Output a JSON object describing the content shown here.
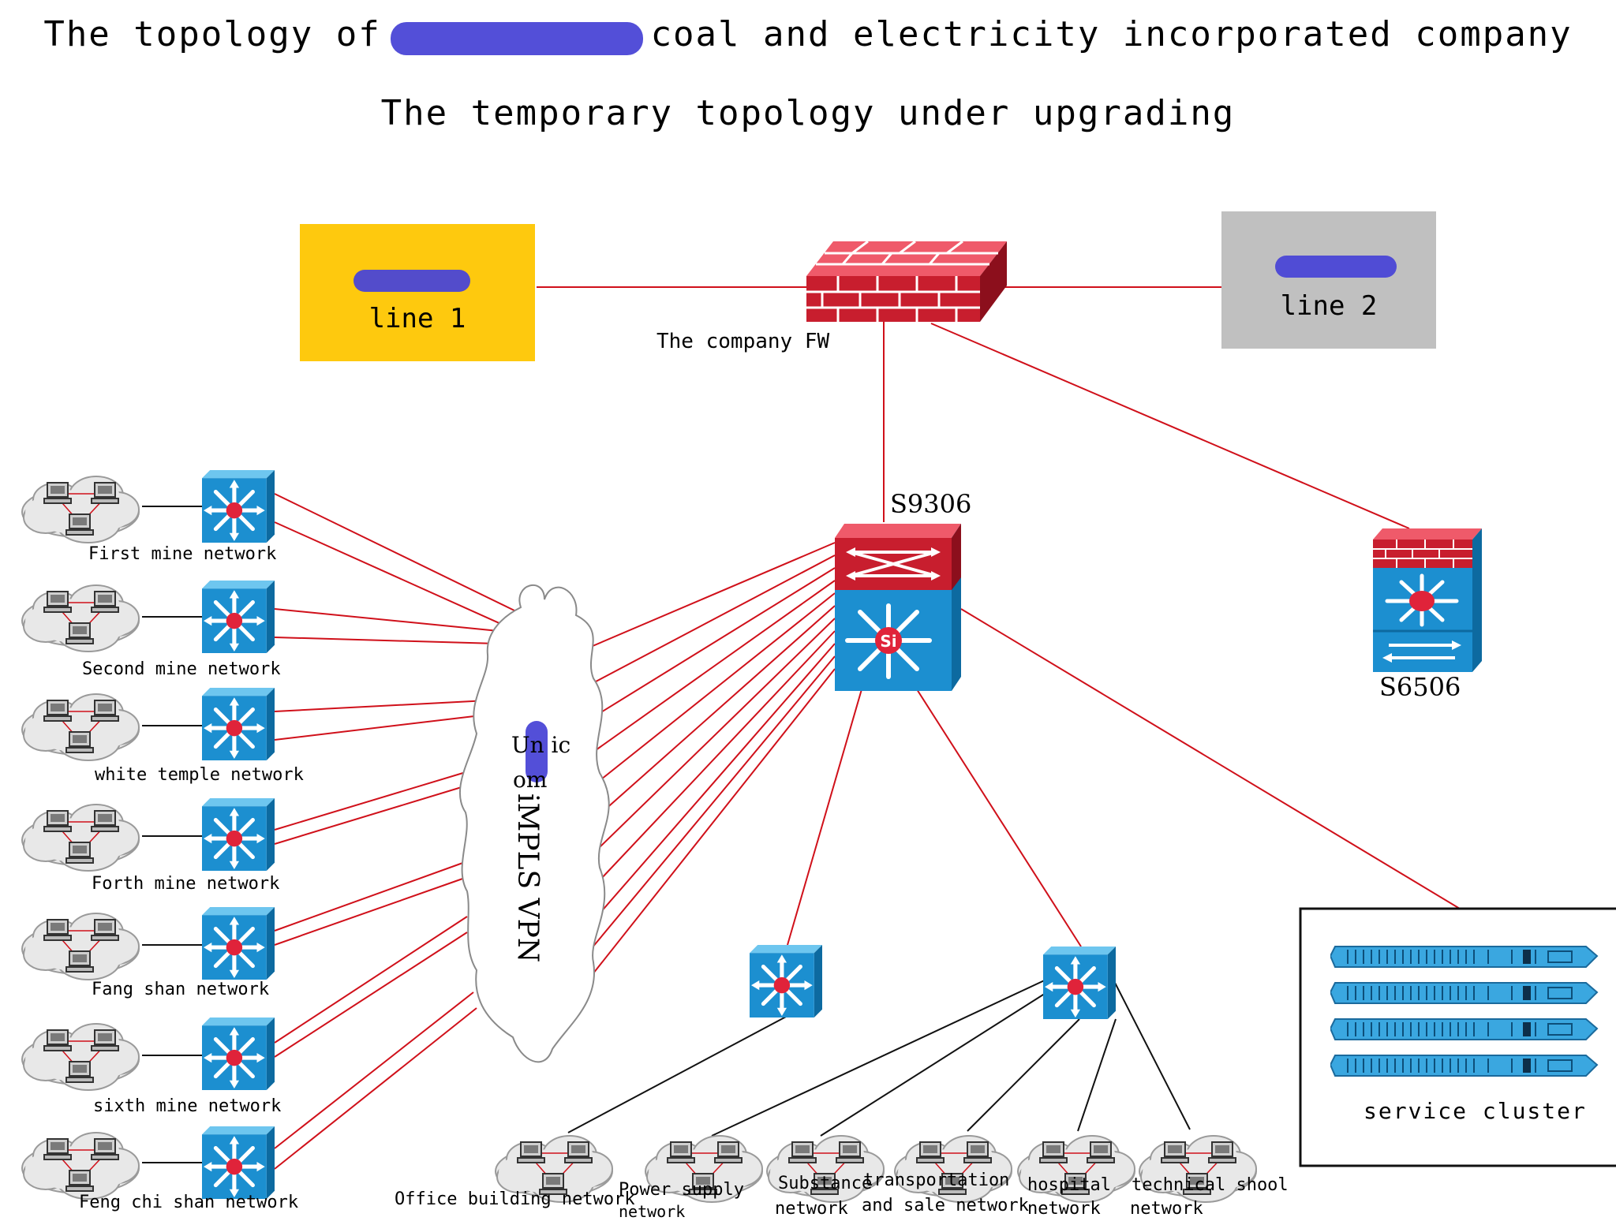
{
  "titles": {
    "main": "The topology of            coal and electricity incorporated company",
    "sub": "The temporary topology under upgrading"
  },
  "isp_lines": [
    {
      "label": "line 1",
      "color": "#fec90e"
    },
    {
      "label": "line 2",
      "color": "#c0c0c0"
    }
  ],
  "firewall": {
    "label": "The company FW"
  },
  "core_switch": {
    "label": "S9306",
    "badge": "Si"
  },
  "firewall_switch": {
    "label": "S6506"
  },
  "mpls_cloud": {
    "label_top": "Un   ic",
    "label_mid": "om",
    "label_vertical": "iMPLS VPN"
  },
  "mine_networks": [
    "First mine network",
    "Second mine network",
    "white temple network",
    "Forth mine network",
    "Fang shan network",
    "sixth mine network",
    "Feng chi shan network"
  ],
  "campus_networks": [
    {
      "line1": "Office building network",
      "line2": ""
    },
    {
      "line1": "Power supply",
      "line2": "network"
    },
    {
      "line1": "Substance",
      "line2": "network"
    },
    {
      "line1": "transportation",
      "line2": "and sale network"
    },
    {
      "line1": "hospital",
      "line2": "network"
    },
    {
      "line1": "technical shool",
      "line2": "network"
    }
  ],
  "service_cluster": {
    "label": "service cluster"
  },
  "colors": {
    "link_red": "#d0101a",
    "switch_blue": "#1c8fd0",
    "firewall_red": "#c81e2e",
    "redaction": "#4a46d6"
  },
  "icons": [
    "firewall-icon",
    "layer3-switch-icon",
    "workgroup-cloud-icon",
    "server-rack-icon"
  ]
}
